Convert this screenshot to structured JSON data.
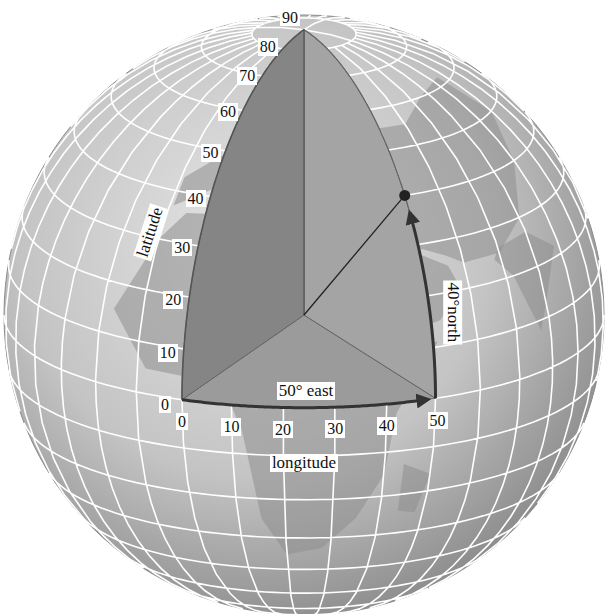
{
  "diagram": {
    "labels": [
      "90",
      "80",
      "70",
      "60",
      "50",
      "40",
      "30",
      "20",
      "10",
      "0",
      "latitude",
      "40°north",
      "50° east",
      "0",
      "10",
      "20",
      "30",
      "40",
      "50",
      "longitude"
    ]
  }
}
